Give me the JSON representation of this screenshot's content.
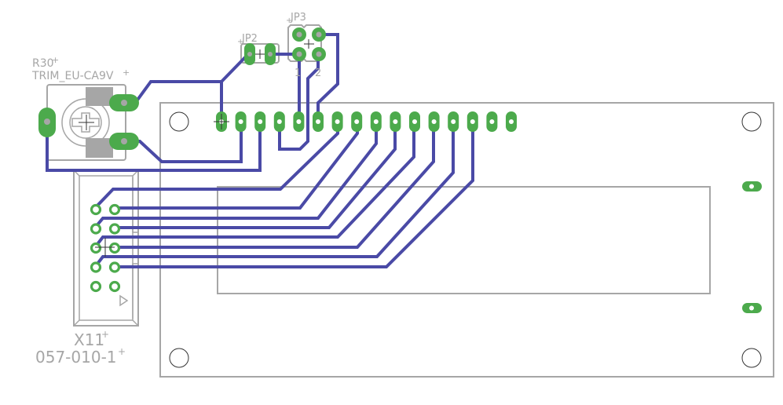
{
  "diagram": {
    "type": "pcb-layout",
    "colors": {
      "trace": "#4a4aa6",
      "pad": "#4caa4c",
      "silkscreen": "#a6a6a6",
      "background": "#ffffff",
      "drill": "#ffffff"
    },
    "components": {
      "trimmer": {
        "name": "R30",
        "value": "TRIM_EU-CA9V"
      },
      "jp2": {
        "name": "JP2"
      },
      "jp3": {
        "name": "JP3",
        "pin1": "1",
        "pin2": "2"
      },
      "connector": {
        "name": "X11",
        "value": "057-010-1"
      },
      "lcd": {
        "pin_count": 16,
        "mounting_holes": 4,
        "backlight_pads": 2
      }
    },
    "origin_marker": "+"
  }
}
